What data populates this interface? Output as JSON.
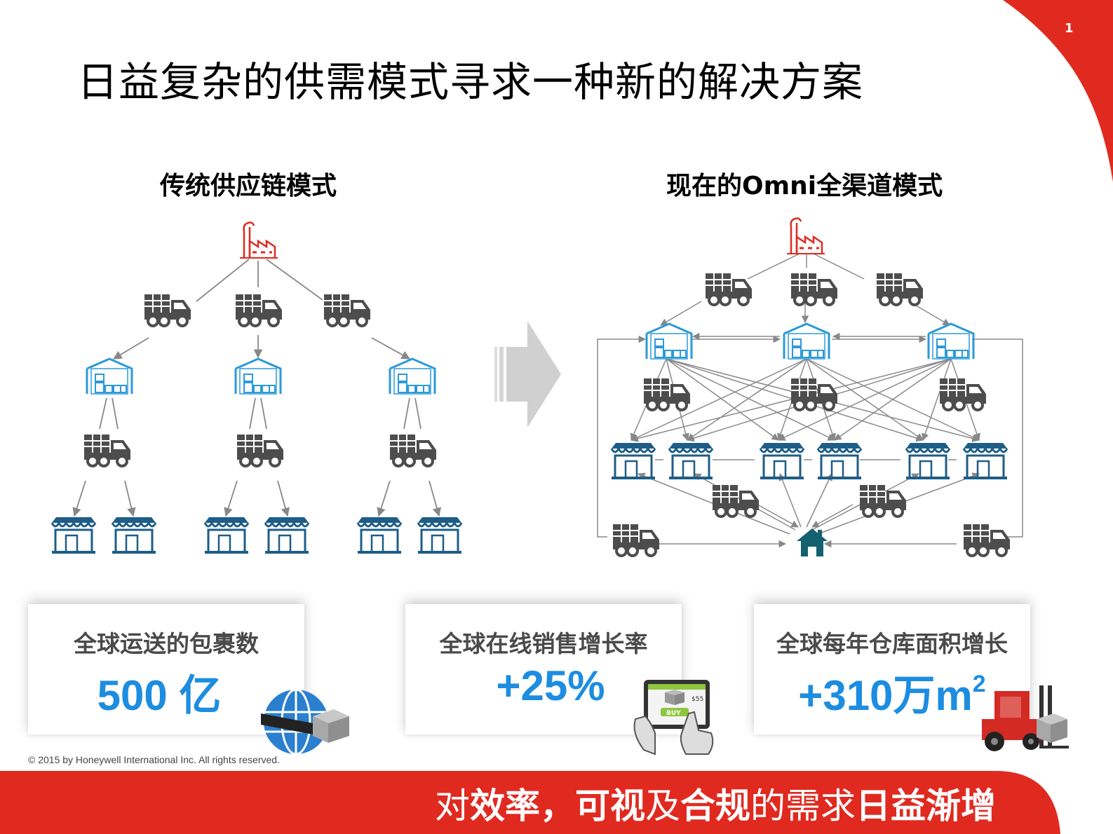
{
  "page_number": "1",
  "title": "日益复杂的供需模式寻求一种新的解决方案",
  "left_heading": "传统供应链模式",
  "right_heading": "现在的Omni全渠道模式",
  "stats": [
    {
      "label": "全球运送的包裹数",
      "value": "500 亿"
    },
    {
      "label": "全球在线销售增长率",
      "value": "+25%"
    },
    {
      "label": "全球每年仓库面积增长",
      "value": "+310万m",
      "superscript": "2"
    }
  ],
  "tablet_labels": {
    "price": "$55",
    "buy": "BUY"
  },
  "copyright": "© 2015 by Honeywell International Inc. All rights reserved.",
  "banner": {
    "parts": [
      "对",
      "效率，",
      "可视",
      "及",
      "合规",
      "的需求",
      "日益渐增"
    ]
  },
  "icons": {
    "factory": "factory-icon",
    "truck": "truck-icon",
    "warehouse": "warehouse-icon",
    "store": "store-icon",
    "home": "home-icon",
    "arrow": "right-arrow-icon",
    "globe": "globe-package-icon",
    "tablet": "tablet-buy-icon",
    "forklift": "forklift-icon"
  },
  "colors": {
    "accent_red": "#e02a20",
    "accent_blue": "#1c8de0",
    "icon_gray": "#4d4d4d",
    "warehouse_blue": "#2b9ad8",
    "store_blue": "#1d5d87",
    "home_teal": "#13606f"
  }
}
